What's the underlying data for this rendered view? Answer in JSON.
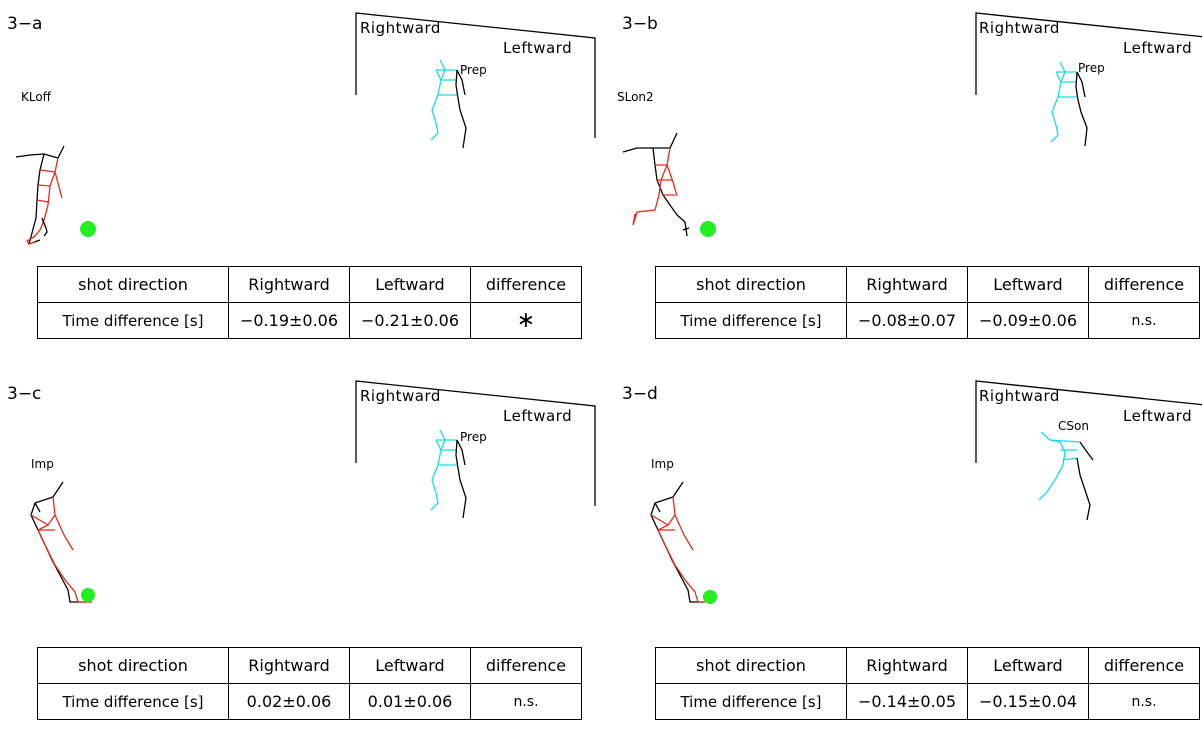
{
  "columns": [
    "shot direction",
    "Rightward",
    "Leftward",
    "difference"
  ],
  "goal_labels": {
    "right": "Rightward",
    "left": "Leftward"
  },
  "colors": {
    "kicker_side": "#e8281b",
    "goalkeeper": "#18dce8",
    "ball": "#22ee22",
    "line": "#000000"
  },
  "panels": [
    {
      "label": "3−a",
      "kicker_phase": "KLoff",
      "keeper_phase": "Prep",
      "row": {
        "name": "Time difference [s]",
        "rightward": "−0.19±0.06",
        "leftward": "−0.21±0.06",
        "difference": "∗"
      }
    },
    {
      "label": "3−b",
      "kicker_phase": "SLon2",
      "keeper_phase": "Prep",
      "row": {
        "name": "Time difference [s]",
        "rightward": "−0.08±0.07",
        "leftward": "−0.09±0.06",
        "difference": "n.s."
      }
    },
    {
      "label": "3−c",
      "kicker_phase": "Imp",
      "keeper_phase": "Prep",
      "row": {
        "name": "Time difference [s]",
        "rightward": "0.02±0.06",
        "leftward": "0.01±0.06",
        "difference": "n.s."
      }
    },
    {
      "label": "3−d",
      "kicker_phase": "Imp",
      "keeper_phase": "CSon",
      "row": {
        "name": "Time difference [s]",
        "rightward": "−0.14±0.05",
        "leftward": "−0.15±0.04",
        "difference": "n.s."
      }
    }
  ]
}
